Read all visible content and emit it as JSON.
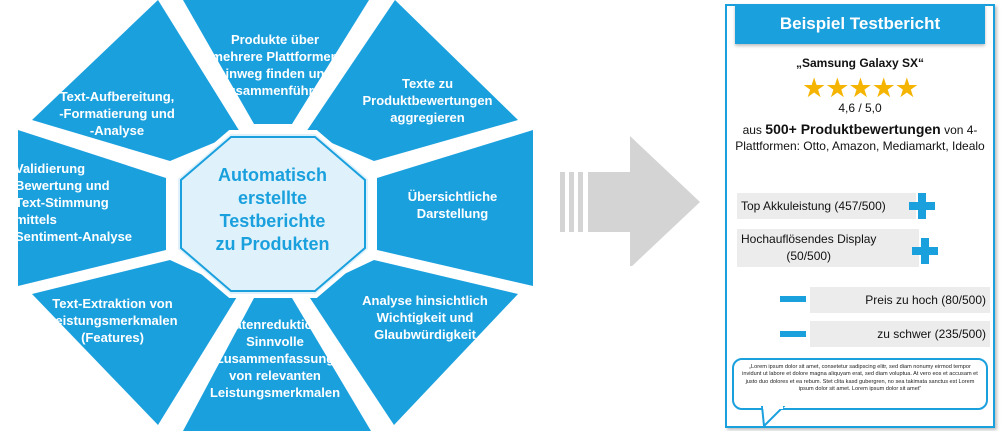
{
  "diagram": {
    "center_label": "Automatisch\nerstellte\nTestberichte\nzu Produkten",
    "segments": [
      {
        "id": "top",
        "label": "Produkte über\nmehrere Plattformen\nhinweg finden und\nzusammenführen"
      },
      {
        "id": "top-right",
        "label": "Texte zu\nProduktbewertungen\naggregieren"
      },
      {
        "id": "right",
        "label": "Übersichtliche\nDarstellung"
      },
      {
        "id": "bottom-right",
        "label": "Analyse hinsichtlich\nWichtigkeit und\nGlaubwürdigkeit"
      },
      {
        "id": "bottom",
        "label": "Datenreduktion:\nSinnvolle\nZusammenfassung\nvon relevanten\nLeistungsmerkmalen"
      },
      {
        "id": "bottom-left",
        "label": "Text-Extraktion von\nLeistungsmerkmalen\n(Features)"
      },
      {
        "id": "left",
        "label": "Validierung\nBewertung und\nText-Stimmung\nmittels\nSentiment-Analyse"
      },
      {
        "id": "top-left",
        "label": "Text-Aufbereitung,\n-Formatierung und\n-Analyse"
      }
    ],
    "colors": {
      "segment": "#1ba0de",
      "center_fill": "#dff2fb",
      "center_text": "#1ba0de",
      "arrow": "#d4d4d4"
    }
  },
  "report": {
    "header": "Beispiel Testbericht",
    "product": "„Samsung Galaxy SX“",
    "stars": "★★★★★",
    "star_count": 5,
    "rating": "4,6 / 5,0",
    "source_prefix": "aus",
    "source_highlight": "500+ Produktbewertungen",
    "source_suffix": "von 4-Plattformen: Otto, Amazon, Mediamarkt, Idealo",
    "pros": [
      {
        "label": "Top Akkuleistung (457/500)"
      },
      {
        "label": "Hochauflösendes Display\n(50/500)"
      }
    ],
    "cons": [
      {
        "label": "Preis zu hoch (80/500)"
      },
      {
        "label": "zu schwer (235/500)"
      }
    ],
    "quote": "„Lorem ipsum dolor sit amet, consetetur sadipscing elitr, sed diam nonumy eirmod tempor invidunt ut labore et dolore magna aliquyam erat, sed diam voluptua. At vero eos et accusam et justo duo dolores et ea rebum. Stet clita kasd gubergren, no sea takimata sanctus est Lorem ipsum dolor sit amet. Lorem ipsum dolor sit amet“",
    "colors": {
      "accent": "#1ba0de",
      "star": "#f4b400",
      "bar": "#ececec"
    }
  }
}
